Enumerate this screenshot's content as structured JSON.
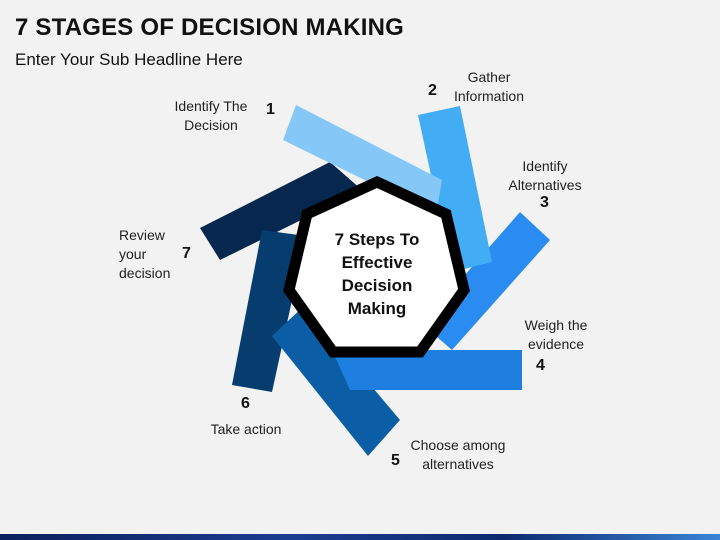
{
  "header": {
    "title": "7 STAGES OF DECISION MAKING",
    "subtitle": "Enter Your Sub Headline Here"
  },
  "center": {
    "lines": [
      "7 Steps To",
      "Effective",
      "Decision",
      "Making"
    ]
  },
  "stages": [
    {
      "number": "1",
      "lines": [
        "Identify The",
        "Decision"
      ],
      "color": "#85c8f8"
    },
    {
      "number": "2",
      "lines": [
        "Gather",
        "Information"
      ],
      "color": "#42adf5"
    },
    {
      "number": "3",
      "lines": [
        "Identify",
        "Alternatives"
      ],
      "color": "#2a8cf0"
    },
    {
      "number": "4",
      "lines": [
        "Weigh the",
        "evidence"
      ],
      "color": "#1f7fe0"
    },
    {
      "number": "5",
      "lines": [
        "Choose among",
        "alternatives"
      ],
      "color": "#0b5ea6"
    },
    {
      "number": "6",
      "lines": [
        "Take action"
      ],
      "color": "#073d6e"
    },
    {
      "number": "7",
      "lines": [
        "Review",
        "your",
        "decision"
      ],
      "color": "#06274e"
    }
  ]
}
